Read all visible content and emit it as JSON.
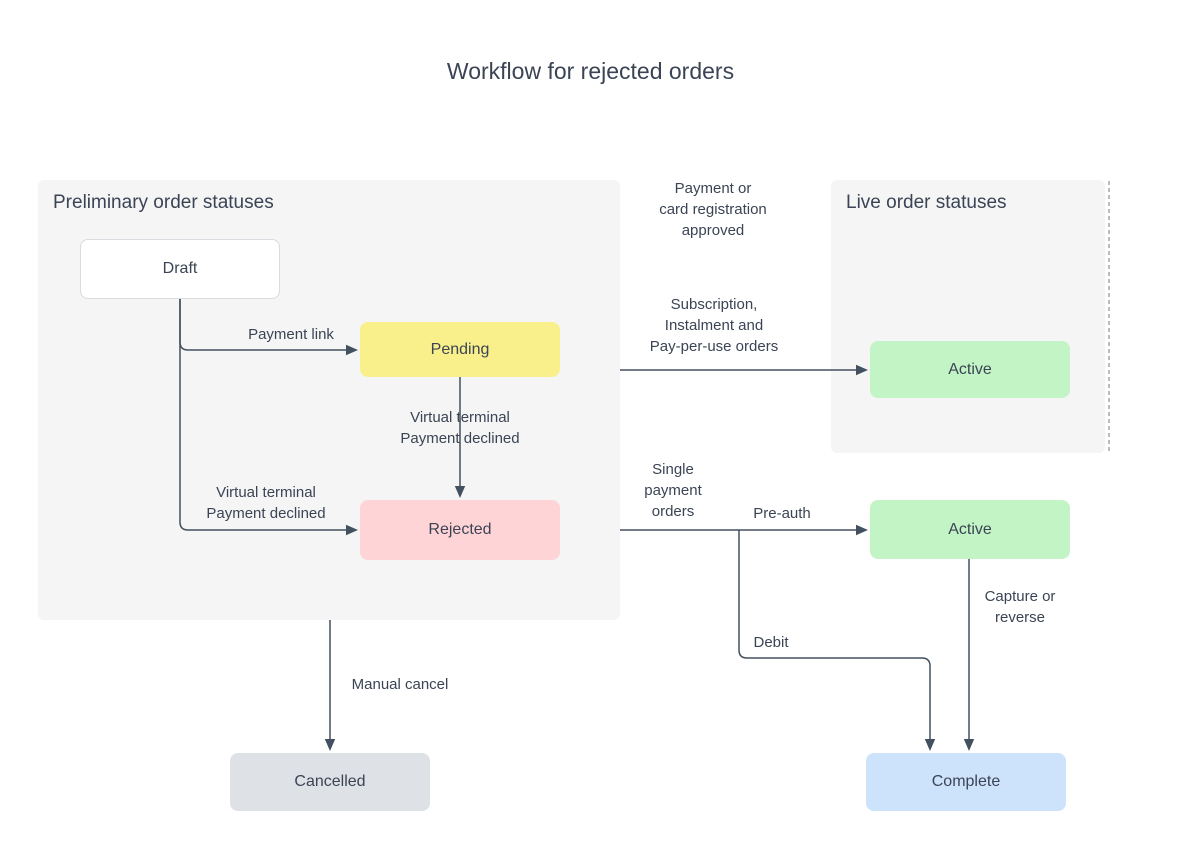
{
  "title": "Workflow for rejected orders",
  "containers": {
    "preliminary": {
      "label": "Preliminary order statuses"
    },
    "live": {
      "label": "Live order statuses"
    }
  },
  "nodes": {
    "draft": {
      "label": "Draft"
    },
    "pending": {
      "label": "Pending"
    },
    "rejected": {
      "label": "Rejected"
    },
    "active_subscription": {
      "label": "Active"
    },
    "active_single": {
      "label": "Active"
    },
    "cancelled": {
      "label": "Cancelled"
    },
    "complete": {
      "label": "Complete"
    }
  },
  "edge_labels": {
    "payment_link": "Payment link",
    "virtual_terminal_from_pending": "Virtual terminal\nPayment declined",
    "virtual_terminal_from_draft": "Virtual terminal\nPayment declined",
    "payment_approved": "Payment or\ncard registration\napproved",
    "subscription_orders": "Subscription,\nInstalment and\nPay-per-use orders",
    "single_payment_orders": "Single\npayment\norders",
    "pre_auth": "Pre-auth",
    "debit": "Debit",
    "capture_or_reverse": "Capture or\nreverse",
    "manual_cancel": "Manual cancel"
  },
  "colors": {
    "text": "#3b4454",
    "line": "#42505f",
    "container_bg": "#f5f5f6",
    "node_white": "#ffffff",
    "node_yellow": "#f9f08c",
    "node_pink": "#ffd4d6",
    "node_green": "#c3f4c6",
    "node_blue": "#cde2fb",
    "node_gray": "#dee1e6"
  }
}
